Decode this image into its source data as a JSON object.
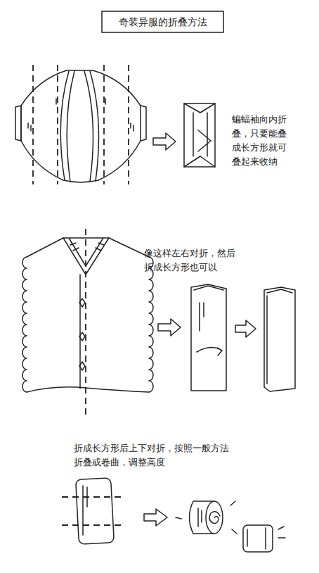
{
  "diagram": {
    "title": "奇装异服的折叠方法",
    "labels": [
      "蝙蝠袖向内折 叠，只要能叠 成长方形就可 叠起来收纳",
      "像这样左右对折，然后 折成长方形也可以",
      "折成长方形后上下对折，按照一般方法 折叠或卷曲，调整高度"
    ]
  }
}
